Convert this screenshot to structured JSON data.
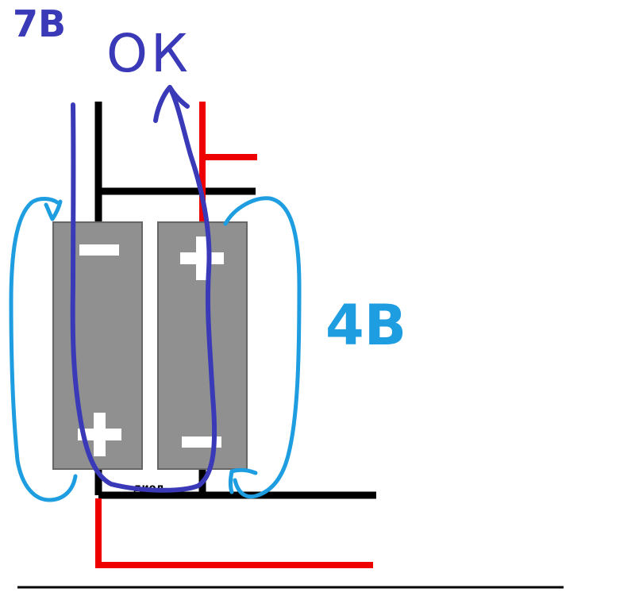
{
  "labels": {
    "left_voltage": "7В",
    "top_result": "ОК",
    "right_voltage": "4В",
    "diode": "диод"
  },
  "batteries": [
    {
      "top_sign": "−",
      "bottom_sign": "+"
    },
    {
      "top_sign": "+",
      "bottom_sign": "−"
    }
  ],
  "colors": {
    "wire": "#000000",
    "red_wire": "#ee0000",
    "battery_body": "#909090",
    "battery_border": "#666666",
    "dark_blue_ink": "#3a3ab8",
    "light_blue_ink": "#1e9ee0",
    "sign": "#ffffff"
  }
}
